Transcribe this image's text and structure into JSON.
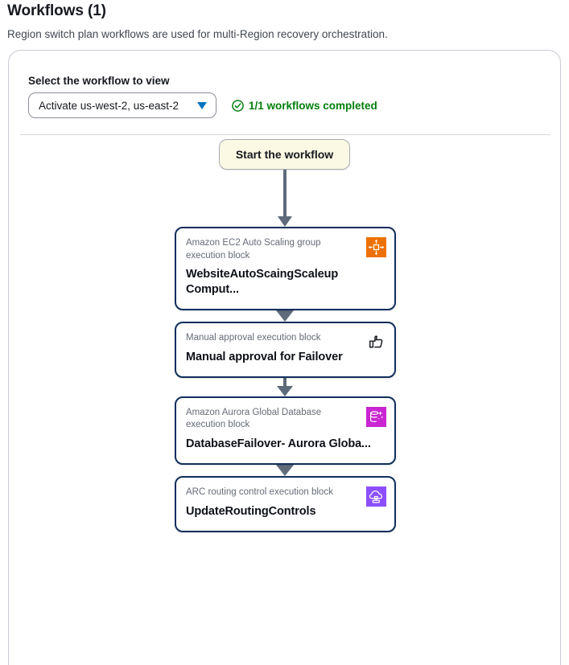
{
  "header": {
    "title": "Workflows (1)",
    "description": "Region switch plan workflows are used for multi-Region recovery orchestration."
  },
  "selector": {
    "label": "Select the workflow to view",
    "selected_value": "Activate us-west-2, us-east-2",
    "caret_icon": "chevron-down-icon",
    "status_icon": "check-circle-icon",
    "status_text": "1/1 workflows completed",
    "status_color": "#037f0c"
  },
  "flow": {
    "start_node_label": "Start the workflow",
    "start_node_bg": "#fbf9e3",
    "blocks": [
      {
        "kicker": "Amazon EC2 Auto Scaling group execution block",
        "title": "WebsiteAutoScaingScaleup Comput...",
        "icon_name": "ec2-auto-scaling-icon",
        "icon_bg": "#ed7100",
        "icon_fg": "#ffffff"
      },
      {
        "kicker": "Manual approval execution block",
        "title": "Manual approval for Failover",
        "icon_name": "thumbs-up-icon",
        "icon_bg": "transparent",
        "icon_fg": "#16191f"
      },
      {
        "kicker": "Amazon Aurora Global Database execution block",
        "title": "DatabaseFailover- Aurora Globa...",
        "icon_name": "aurora-global-database-icon",
        "icon_bg": "#c925d1",
        "icon_fg": "#ffffff"
      },
      {
        "kicker": "ARC routing control execution block",
        "title": "UpdateRoutingControls",
        "icon_name": "arc-routing-control-icon",
        "icon_bg": "#8c4fff",
        "icon_fg": "#ffffff"
      }
    ]
  }
}
